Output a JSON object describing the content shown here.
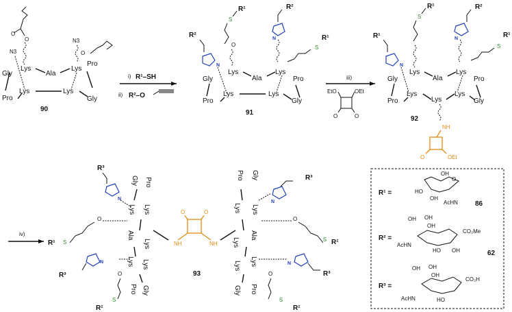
{
  "compounds": {
    "c90": "90",
    "c91": "91",
    "c92": "92",
    "c93": "93",
    "c86": "86",
    "c62": "62"
  },
  "residues": {
    "lys": "Lys",
    "ala": "Ala",
    "gly": "Gly",
    "pro": "Pro",
    "n3": "N3"
  },
  "steps": {
    "i": "i)",
    "i_reagent": "R¹–SH",
    "ii": "ii)",
    "ii_reagent": "R²–O",
    "iii": "iii)",
    "iv": "iv)"
  },
  "reagents": {
    "eto": "EtO",
    "oet": "OEt",
    "nh": "NH",
    "o": "O",
    "n": "N",
    "s": "S"
  },
  "r_groups": {
    "r1": "R¹",
    "r2": "R²",
    "r3": "R³",
    "r1_eq": "R¹ =",
    "r2_eq": "R² =",
    "r3_eq": "R³ =",
    "achn": "AcHN",
    "oh": "OH",
    "ho": "HO",
    "co2me": "CO₂Me",
    "co2h": "CO₂H"
  }
}
